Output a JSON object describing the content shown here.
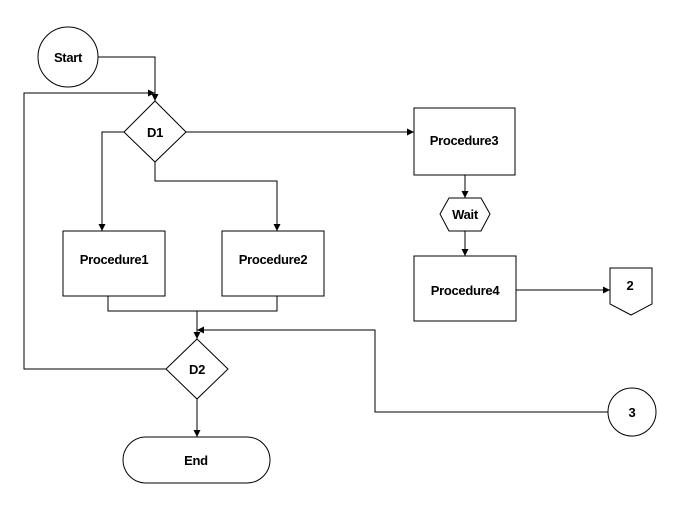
{
  "diagram": {
    "nodes": {
      "start": "Start",
      "d1": "D1",
      "procedure1": "Procedure1",
      "procedure2": "Procedure2",
      "procedure3": "Procedure3",
      "wait": "Wait",
      "procedure4": "Procedure4",
      "connector_2": "2",
      "d2": "D2",
      "connector_3": "3",
      "end": "End"
    }
  }
}
